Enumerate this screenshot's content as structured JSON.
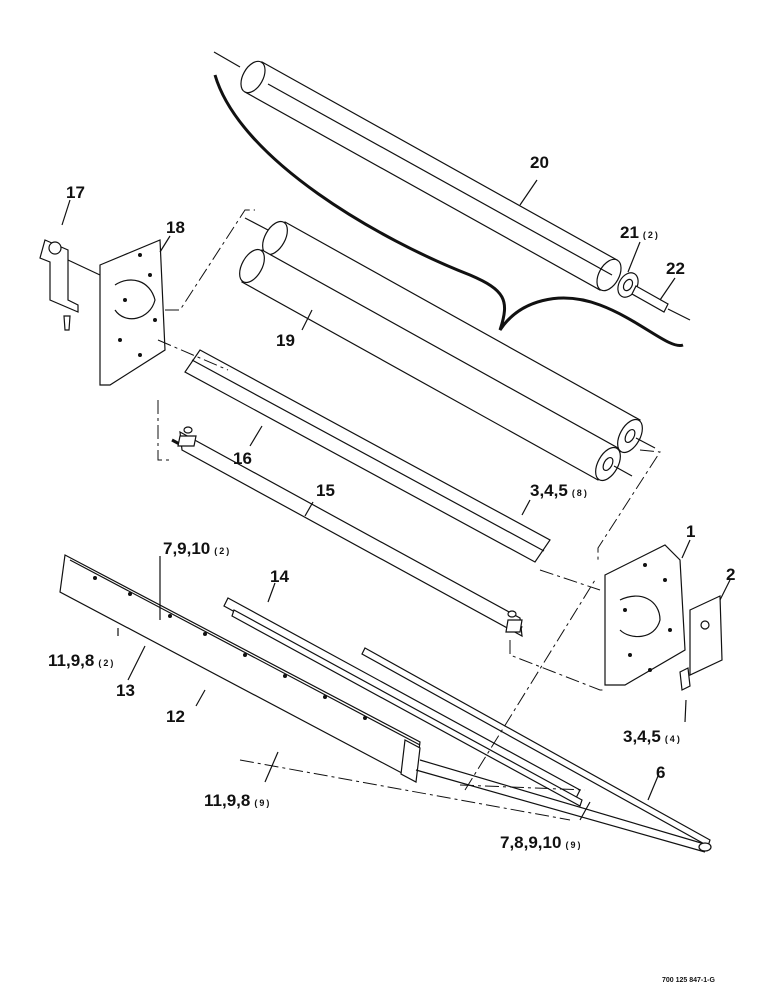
{
  "callouts": {
    "c1": "1",
    "c2": "2",
    "c3a": {
      "main": "3,4,5",
      "qty": "(8)"
    },
    "c3b": {
      "main": "3,4,5",
      "qty": "(4)"
    },
    "c6": "6",
    "c7a": {
      "main": "7,9,10",
      "qty": "(2)"
    },
    "c7b": {
      "main": "7,8,9,10",
      "qty": "(9)"
    },
    "c11a": {
      "main": "11,9,8",
      "qty": "(2)"
    },
    "c11b": {
      "main": "11,9,8",
      "qty": "(9)"
    },
    "c12": "12",
    "c13": "13",
    "c14": "14",
    "c15": "15",
    "c16": "16",
    "c17": "17",
    "c18": "18",
    "c19": "19",
    "c20": "20",
    "c21": {
      "main": "21",
      "qty": "(2)"
    },
    "c22": "22"
  },
  "drawing_code": "700 125 847-1-G"
}
